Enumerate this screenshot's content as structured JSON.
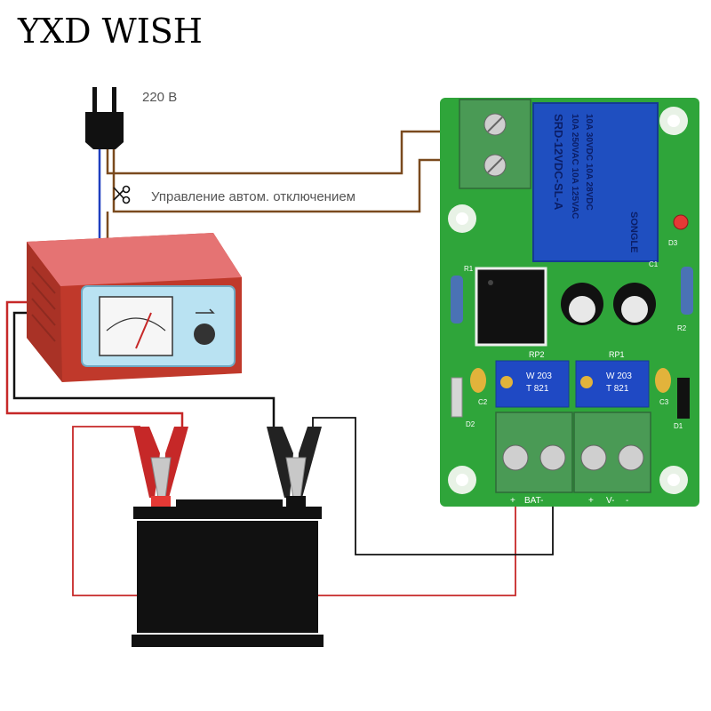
{
  "brand": "YXD WISH",
  "mains_voltage": "220 В",
  "control_label": "Управление автом. отключением",
  "relay": {
    "brand": "SONGLE",
    "model": "SRD-12VDC-SL-A",
    "ratings": [
      "10A 250VAC 10A 125VAC",
      "10A 30VDC 10A 28VDC"
    ]
  },
  "pcb": {
    "pot_labels": [
      "RP2",
      "RP1"
    ],
    "pot_marking": "W 203",
    "pot_code": "T 821",
    "terminal_labels": {
      "bat_plus": "+",
      "bat": "BAT-",
      "v_plus": "+",
      "v": "V-",
      "v_minus": "-"
    },
    "component_refs": [
      "D3",
      "R2",
      "R1",
      "C1",
      "C2",
      "C3",
      "D1",
      "D2"
    ]
  },
  "colors": {
    "pcb": "#2fa53a",
    "terminal": "#4a9a55",
    "relay": "#1f4fc0",
    "pot": "#1f49c4",
    "charger_body": "#d9534f",
    "charger_panel": "#a8d8ec",
    "wire_red": "#c62828",
    "wire_black": "#111111",
    "wire_brown": "#7a4a1e",
    "wire_blue": "#1f3fbf"
  },
  "icons": [
    "power-plug-icon",
    "scissors-icon",
    "alligator-clip-icon",
    "battery-icon",
    "charger-icon",
    "relay-module-icon"
  ]
}
